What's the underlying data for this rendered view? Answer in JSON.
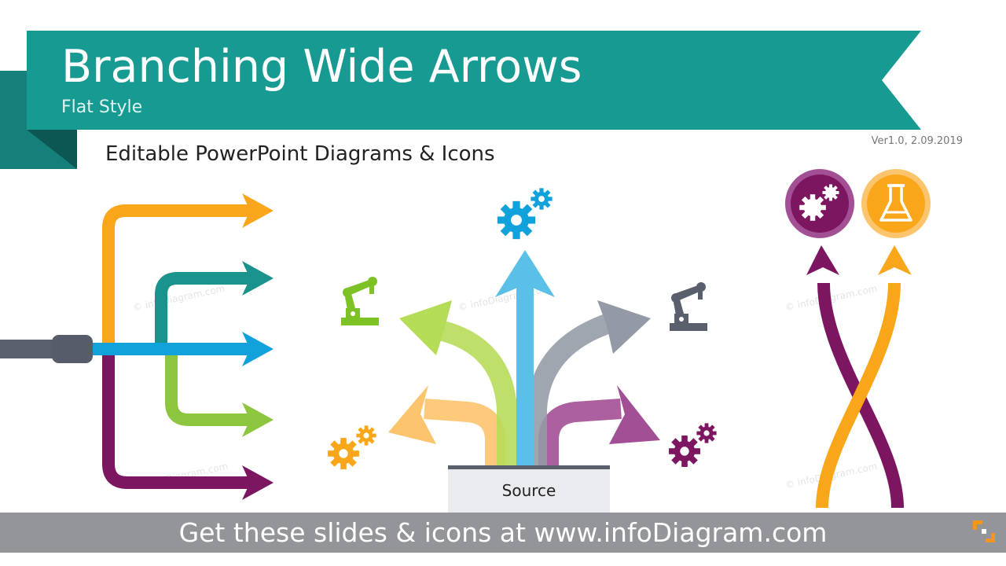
{
  "header": {
    "title": "Branching Wide Arrows",
    "subtitle": "Flat Style",
    "version": "Ver1.0, 2.09.2019"
  },
  "heading": "Editable PowerPoint Diagrams & Icons",
  "watermark_text": "© infoDiagram.com",
  "diagram": {
    "source_label": "Source"
  },
  "footer": {
    "text": "Get these slides & icons at www.infoDiagram.com"
  },
  "colors": {
    "teal": "#169a92",
    "teal_dark": "#0f6f6a",
    "orange": "#faa61a",
    "dark_teal": "#1a938c",
    "blue": "#11a2dc",
    "green": "#8cc63f",
    "purple": "#7d1660",
    "light_blue": "#5bc0e8",
    "light_green": "#b5dc56",
    "gray": "#939aa5",
    "light_orange": "#fcc46c",
    "magenta": "#a34f96",
    "footer_gray": "#939598"
  },
  "icons": [
    "gears-icon",
    "robot-arm-icon",
    "flask-icon"
  ]
}
